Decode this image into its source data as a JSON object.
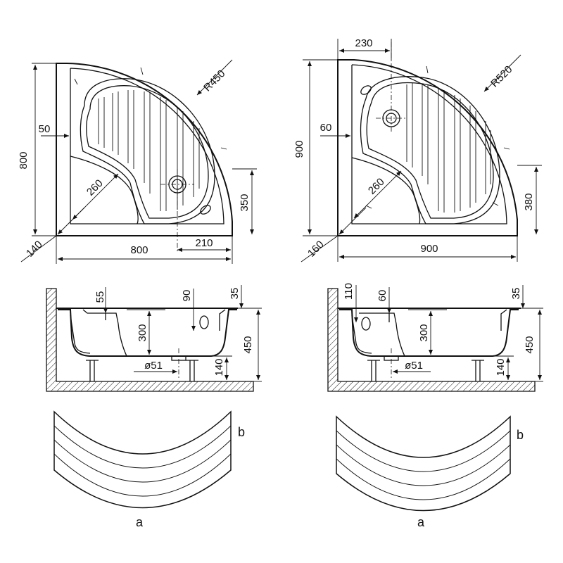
{
  "left": {
    "plan": {
      "height": "800",
      "width": "800",
      "radius": "R450",
      "offset": "50",
      "inner_radius": "260",
      "side": "350",
      "drain_offset": "210",
      "corner": "140"
    },
    "section": {
      "step": "55",
      "overflow_offset": "90",
      "rim": "35",
      "depth": "300",
      "total_height": "450",
      "drain": "ø51",
      "leg_height": "140"
    },
    "panel": {
      "label_a": "a",
      "label_b": "b"
    }
  },
  "right": {
    "plan": {
      "height": "900",
      "width": "900",
      "radius": "R520",
      "offset": "60",
      "inner_radius": "260",
      "side": "380",
      "drain_offset": "230",
      "corner": "160"
    },
    "section": {
      "step": "110",
      "overflow_offset": "60",
      "rim": "35",
      "depth": "300",
      "total_height": "450",
      "drain": "ø51",
      "leg_height": "140"
    },
    "panel": {
      "label_a": "a",
      "label_b": "b"
    }
  }
}
